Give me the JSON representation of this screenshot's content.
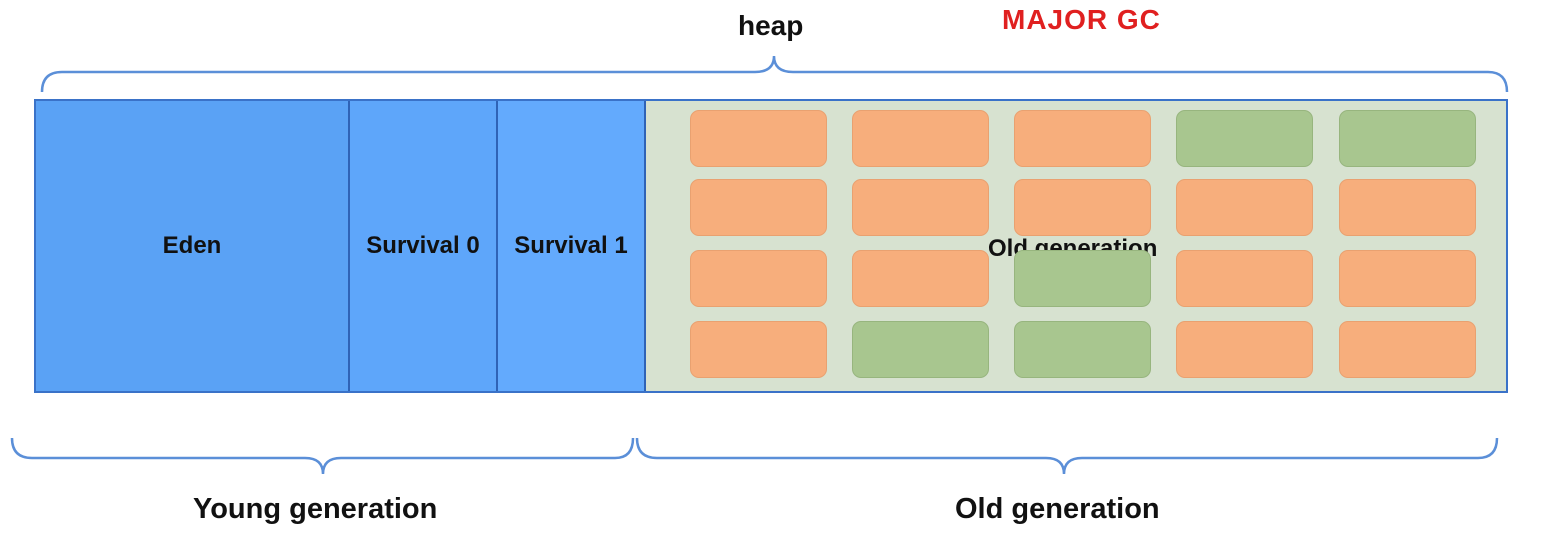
{
  "diagram": {
    "heap_title": "heap",
    "gc_title": "MAJOR GC",
    "regions": {
      "eden": "Eden",
      "survival0": "Survival 0",
      "survival1": "Survival 1",
      "old_generation": "Old generation"
    },
    "groups": {
      "young": "Young generation",
      "old": "Old generation"
    },
    "old_blocks": [
      [
        "live",
        "live",
        "live",
        "dead",
        "dead"
      ],
      [
        "live",
        "live",
        "live",
        "live",
        "live"
      ],
      [
        "live",
        "live",
        "dead",
        "live",
        "live"
      ],
      [
        "live",
        "dead",
        "dead",
        "live",
        "live"
      ]
    ],
    "colors": {
      "young_region": "#5aa2f5",
      "old_region_bg": "#d7e2d0",
      "live_block": "#f7ae7c",
      "dead_block": "#a8c68f",
      "gc_title": "#e02020",
      "brace": "#5b8fd8"
    }
  }
}
